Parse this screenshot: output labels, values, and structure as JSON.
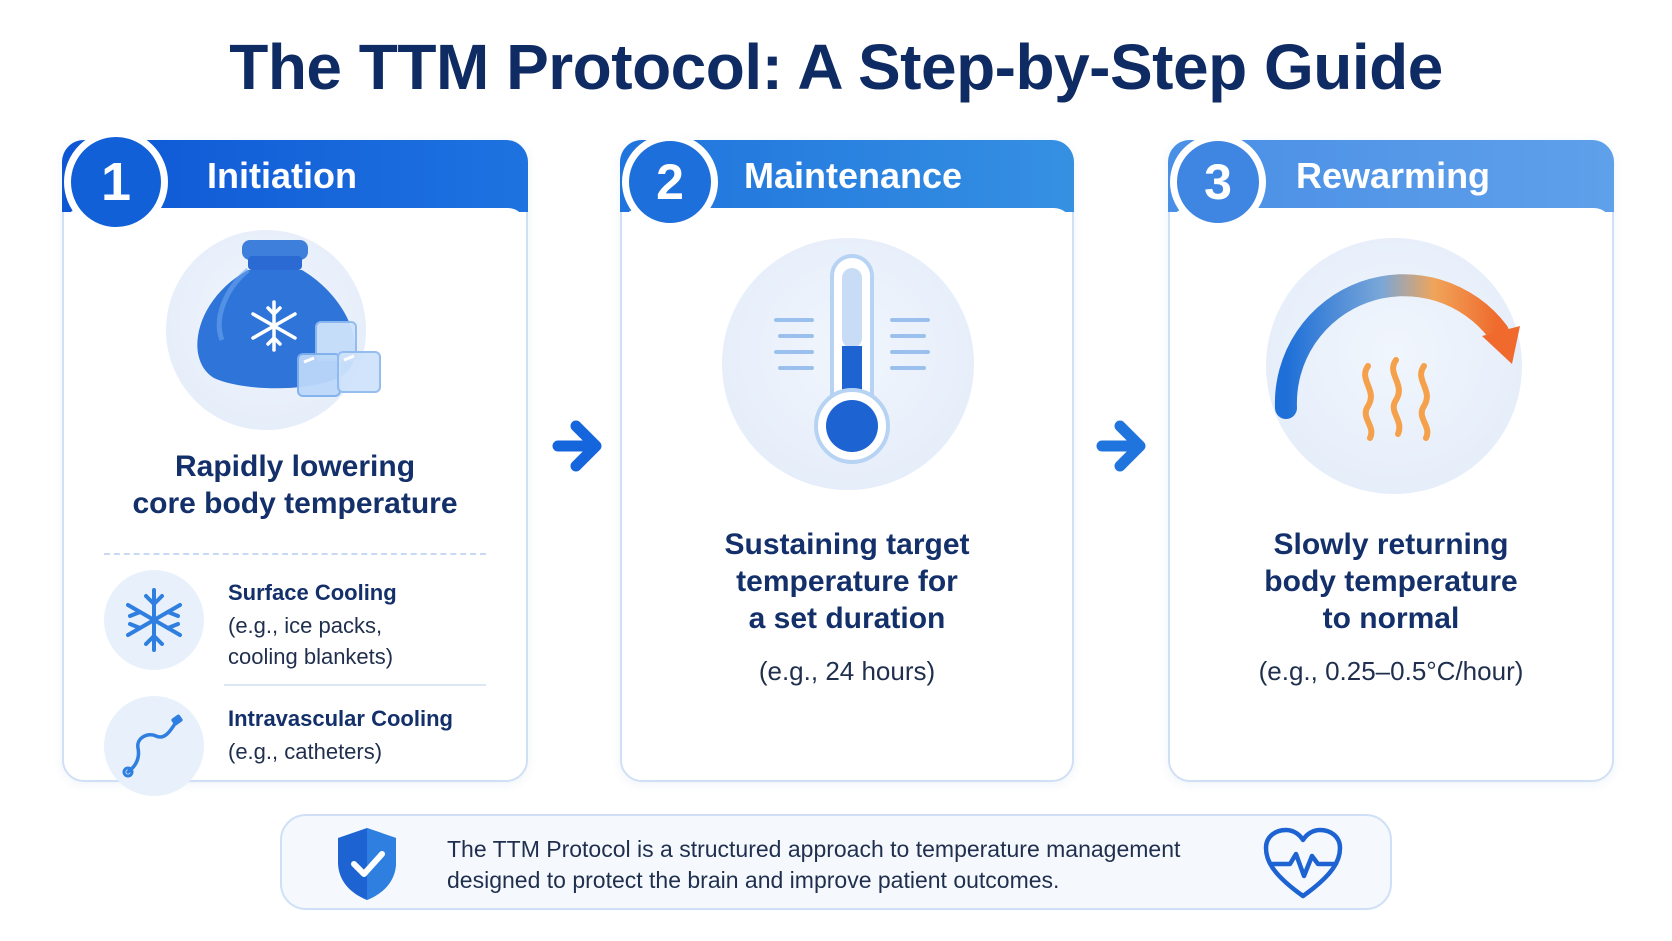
{
  "title": "The TTM Protocol: A Step-by-Step Guide",
  "colors": {
    "primary_blue": "#1565dc",
    "mid_blue": "#2b84dd",
    "light_blue": "#4a95e6",
    "dark_navy": "#0f2b63",
    "warm_orange": "#f0913a"
  },
  "steps": [
    {
      "number": "1",
      "name": "Initiation",
      "description": "Rapidly lowering\ncore body temperature",
      "icon": "ice-bag-icon",
      "methods": [
        {
          "title": "Surface Cooling",
          "desc": "(e.g., ice packs,\ncooling blankets)",
          "icon": "snowflake-icon"
        },
        {
          "title": "Intravascular Cooling",
          "desc": "(e.g., catheters)",
          "icon": "catheter-icon"
        }
      ]
    },
    {
      "number": "2",
      "name": "Maintenance",
      "description": "Sustaining target\ntemperature for\na set duration",
      "example": "(e.g., 24 hours)",
      "icon": "thermometer-icon"
    },
    {
      "number": "3",
      "name": "Rewarming",
      "description": "Slowly returning\nbody temperature\nto normal",
      "example": "(e.g., 0.25–0.5°C/hour)",
      "icon": "warming-gauge-icon"
    }
  ],
  "footer": {
    "text": "The TTM Protocol is a structured approach to temperature management designed to protect the brain and improve patient outcomes.",
    "left_icon": "shield-check-icon",
    "right_icon": "heartbeat-icon"
  }
}
